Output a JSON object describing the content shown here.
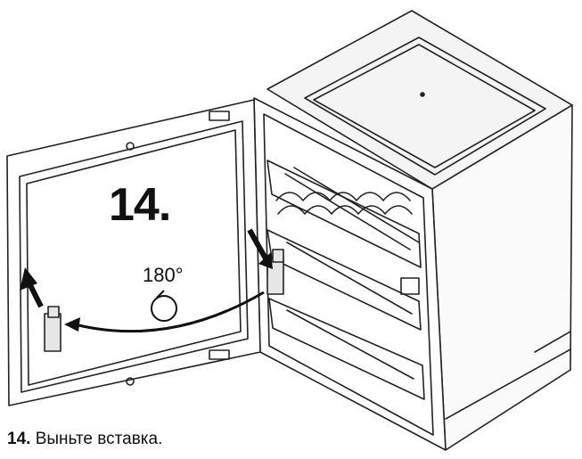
{
  "figure": {
    "step_number": "14.",
    "rotation_label": "180°"
  },
  "caption": {
    "number": "14.",
    "text": "Выньте вставка."
  }
}
